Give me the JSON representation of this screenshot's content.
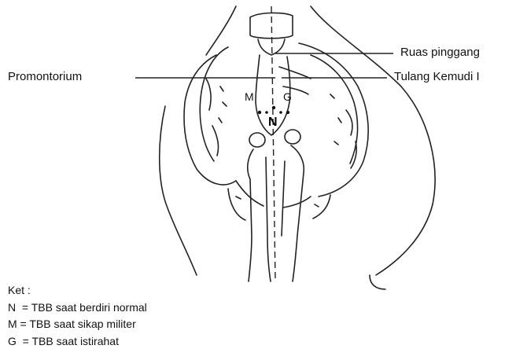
{
  "labels": {
    "ruas_pinggang": "Ruas pinggang",
    "tulang_kemudi": "Tulang Kemudi I",
    "promontorium": "Promontorium"
  },
  "markers": {
    "m": "M",
    "g": "G",
    "n": "N"
  },
  "legend": {
    "title": "Ket :",
    "items": [
      "N  = TBB saat berdiri normal",
      "M = TBB saat sikap militer",
      "G  = TBB saat istirahat"
    ]
  },
  "colors": {
    "line": "#222222",
    "text": "#111111"
  }
}
